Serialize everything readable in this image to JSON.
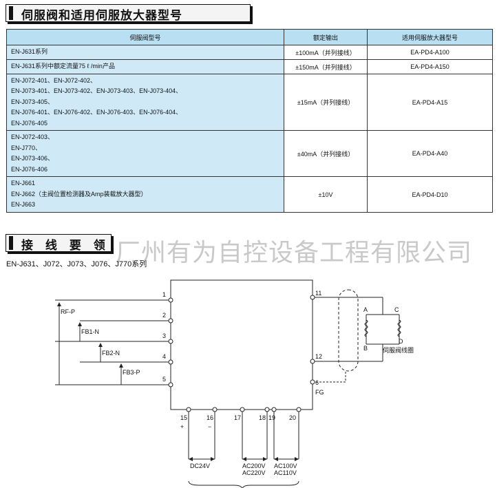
{
  "section1": {
    "title": "伺服阀和适用伺服放大器型号"
  },
  "table": {
    "headers": [
      "伺服阀型号",
      "额定输出",
      "适用伺服放大器型号"
    ],
    "rows": [
      {
        "models": [
          "EN-J631系列"
        ],
        "output": "±100mA（并列接线）",
        "amp": "EA-PD4-A100"
      },
      {
        "models": [
          "EN-J631系列中额定流量75 ℓ /min产品"
        ],
        "output": "±150mA（并列接线）",
        "amp": "EA-PD4-A150"
      },
      {
        "models": [
          "EN-J072-401、EN-J072-402、",
          "EN-J073-401、EN-J073-402、EN-J073-403、EN-J073-404、",
          "EN-J073-405、",
          "EN-J076-401、EN-J076-402、EN-J076-403、EN-J076-404、",
          "EN-J076-405"
        ],
        "output": "±15mA（并列接线）",
        "amp": "EA-PD4-A15"
      },
      {
        "models": [
          "EN-J072-403、",
          "EN-J770、",
          "EN-J073-406、",
          "EN-J076-406"
        ],
        "output": "±40mA（并列接线）",
        "amp": "EA-PD4-A40"
      },
      {
        "models": [
          "EN-J661",
          "EN-J662（主阀位置检测器及Amp装载放大器型）",
          "EN-J663"
        ],
        "output": "±10V",
        "amp": "EA-PD4-D10"
      }
    ]
  },
  "section2": {
    "title": "接 线 要 领"
  },
  "watermark": "厂州有为自控设备工程有限公司",
  "subtitle": "EN-J631、J072、J073、J076、J770系列",
  "diagram": {
    "left_pins": [
      "1",
      "2",
      "3",
      "4",
      "5"
    ],
    "signals": [
      "RF-P",
      "FB1-N",
      "FB2-N",
      "FB3-P"
    ],
    "right_pins": [
      "11",
      "12",
      "6"
    ],
    "fg": "FG",
    "coil_letters": [
      "A",
      "B",
      "C",
      "D"
    ],
    "coil_label": "伺服阀线圈",
    "bottom_pins": [
      "15",
      "16",
      "17",
      "18",
      "19",
      "20"
    ],
    "plus": "+",
    "minus": "−",
    "dc_label": "DC24V",
    "ac_labels": [
      "AC200V",
      "AC220V",
      "AC100V",
      "AC110V"
    ]
  }
}
